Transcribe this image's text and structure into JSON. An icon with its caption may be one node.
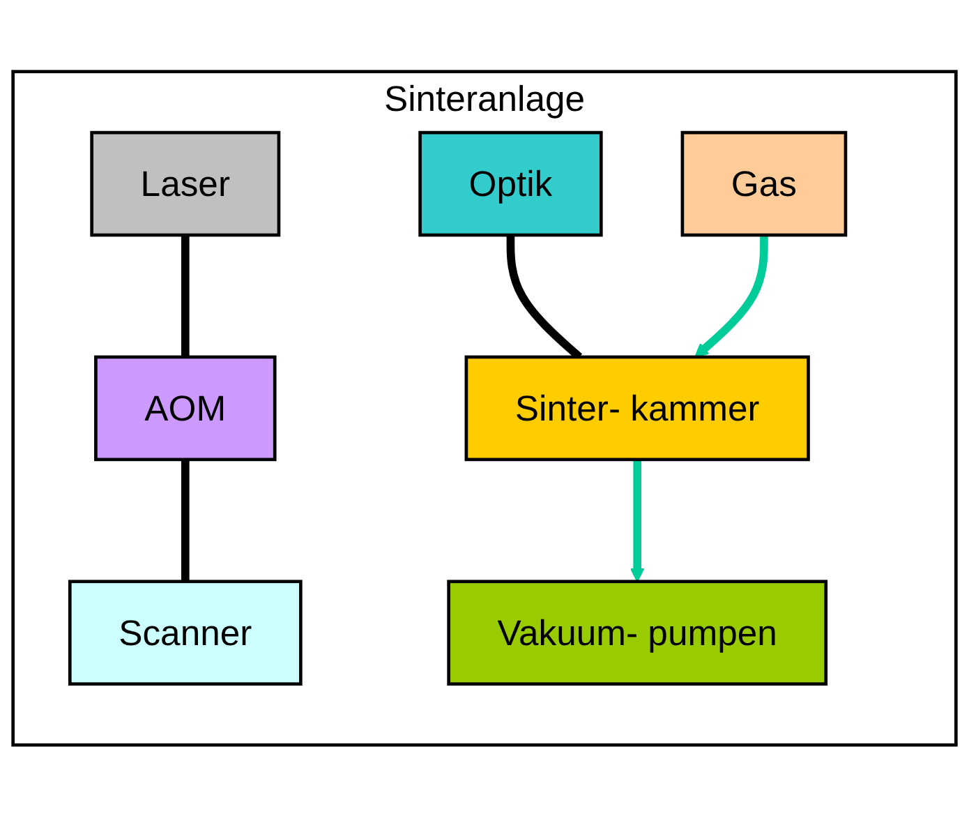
{
  "diagram": {
    "nodes": [
      {
        "text": [
          "Sinteranlage"
        ]
      },
      {
        "text": [
          "Laser"
        ],
        "in": 0
      },
      {
        "text": [
          "AOM"
        ],
        "in": 0
      },
      {
        "text": [
          "Scanner"
        ],
        "in": 0
      },
      {
        "text": [
          "Optik"
        ],
        "in": 0
      },
      {
        "text": [
          "Vakuum- pumpen"
        ],
        "in": 0
      },
      {
        "text": [
          "Gas"
        ],
        "in": 0
      },
      {
        "text": [
          "Sinter- kammer"
        ],
        "in": 0
      }
    ],
    "edges": [
      {
        "from": 1,
        "to": 2,
        "arrow": "none"
      },
      {
        "from": 2,
        "to": 3,
        "arrow": "none"
      },
      {
        "from": 4,
        "to": 7,
        "arrow": "none"
      },
      {
        "from": 7,
        "to": 5,
        "arrow": "to",
        "color": "#00cc99"
      },
      {
        "from": 6,
        "to": 7,
        "arrow": "to",
        "color": "#00cc99"
      }
    ]
  }
}
